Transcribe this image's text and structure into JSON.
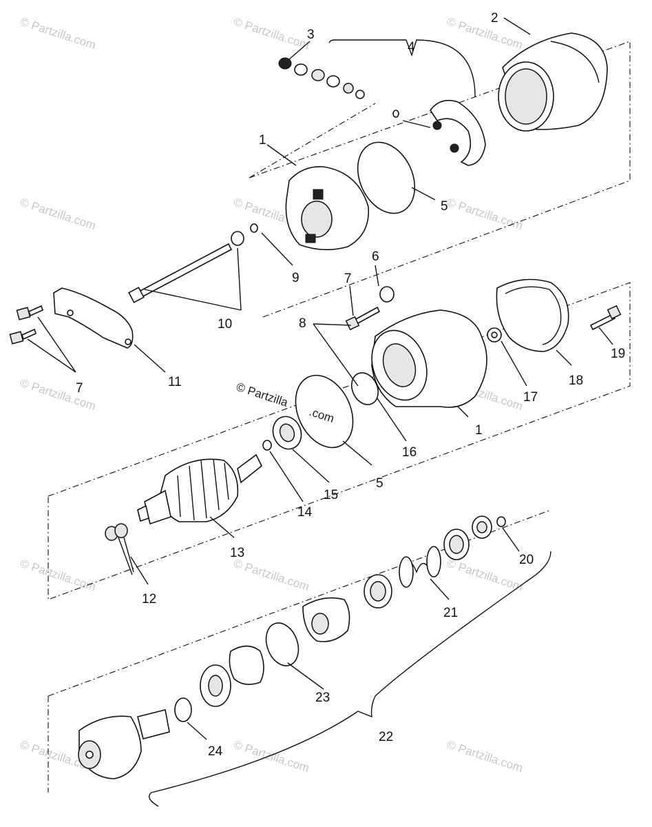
{
  "callouts": {
    "c1a": "1",
    "c1b": "1",
    "c2": "2",
    "c3": "3",
    "c4": "4",
    "c5a": "5",
    "c5b": "5",
    "c6": "6",
    "c7a": "7",
    "c7b": "7",
    "c8": "8",
    "c9": "9",
    "c10": "10",
    "c11": "11",
    "c12": "12",
    "c13": "13",
    "c14": "14",
    "c15": "15",
    "c16": "16",
    "c17": "17",
    "c18": "18",
    "c19": "19",
    "c20": "20",
    "c21": "21",
    "c22": "22",
    "c23": "23",
    "c24": "24"
  },
  "watermark": "© Partzilla.com",
  "center_watermark_line1": "© Partzilla",
  "center_watermark_line2": ".com"
}
